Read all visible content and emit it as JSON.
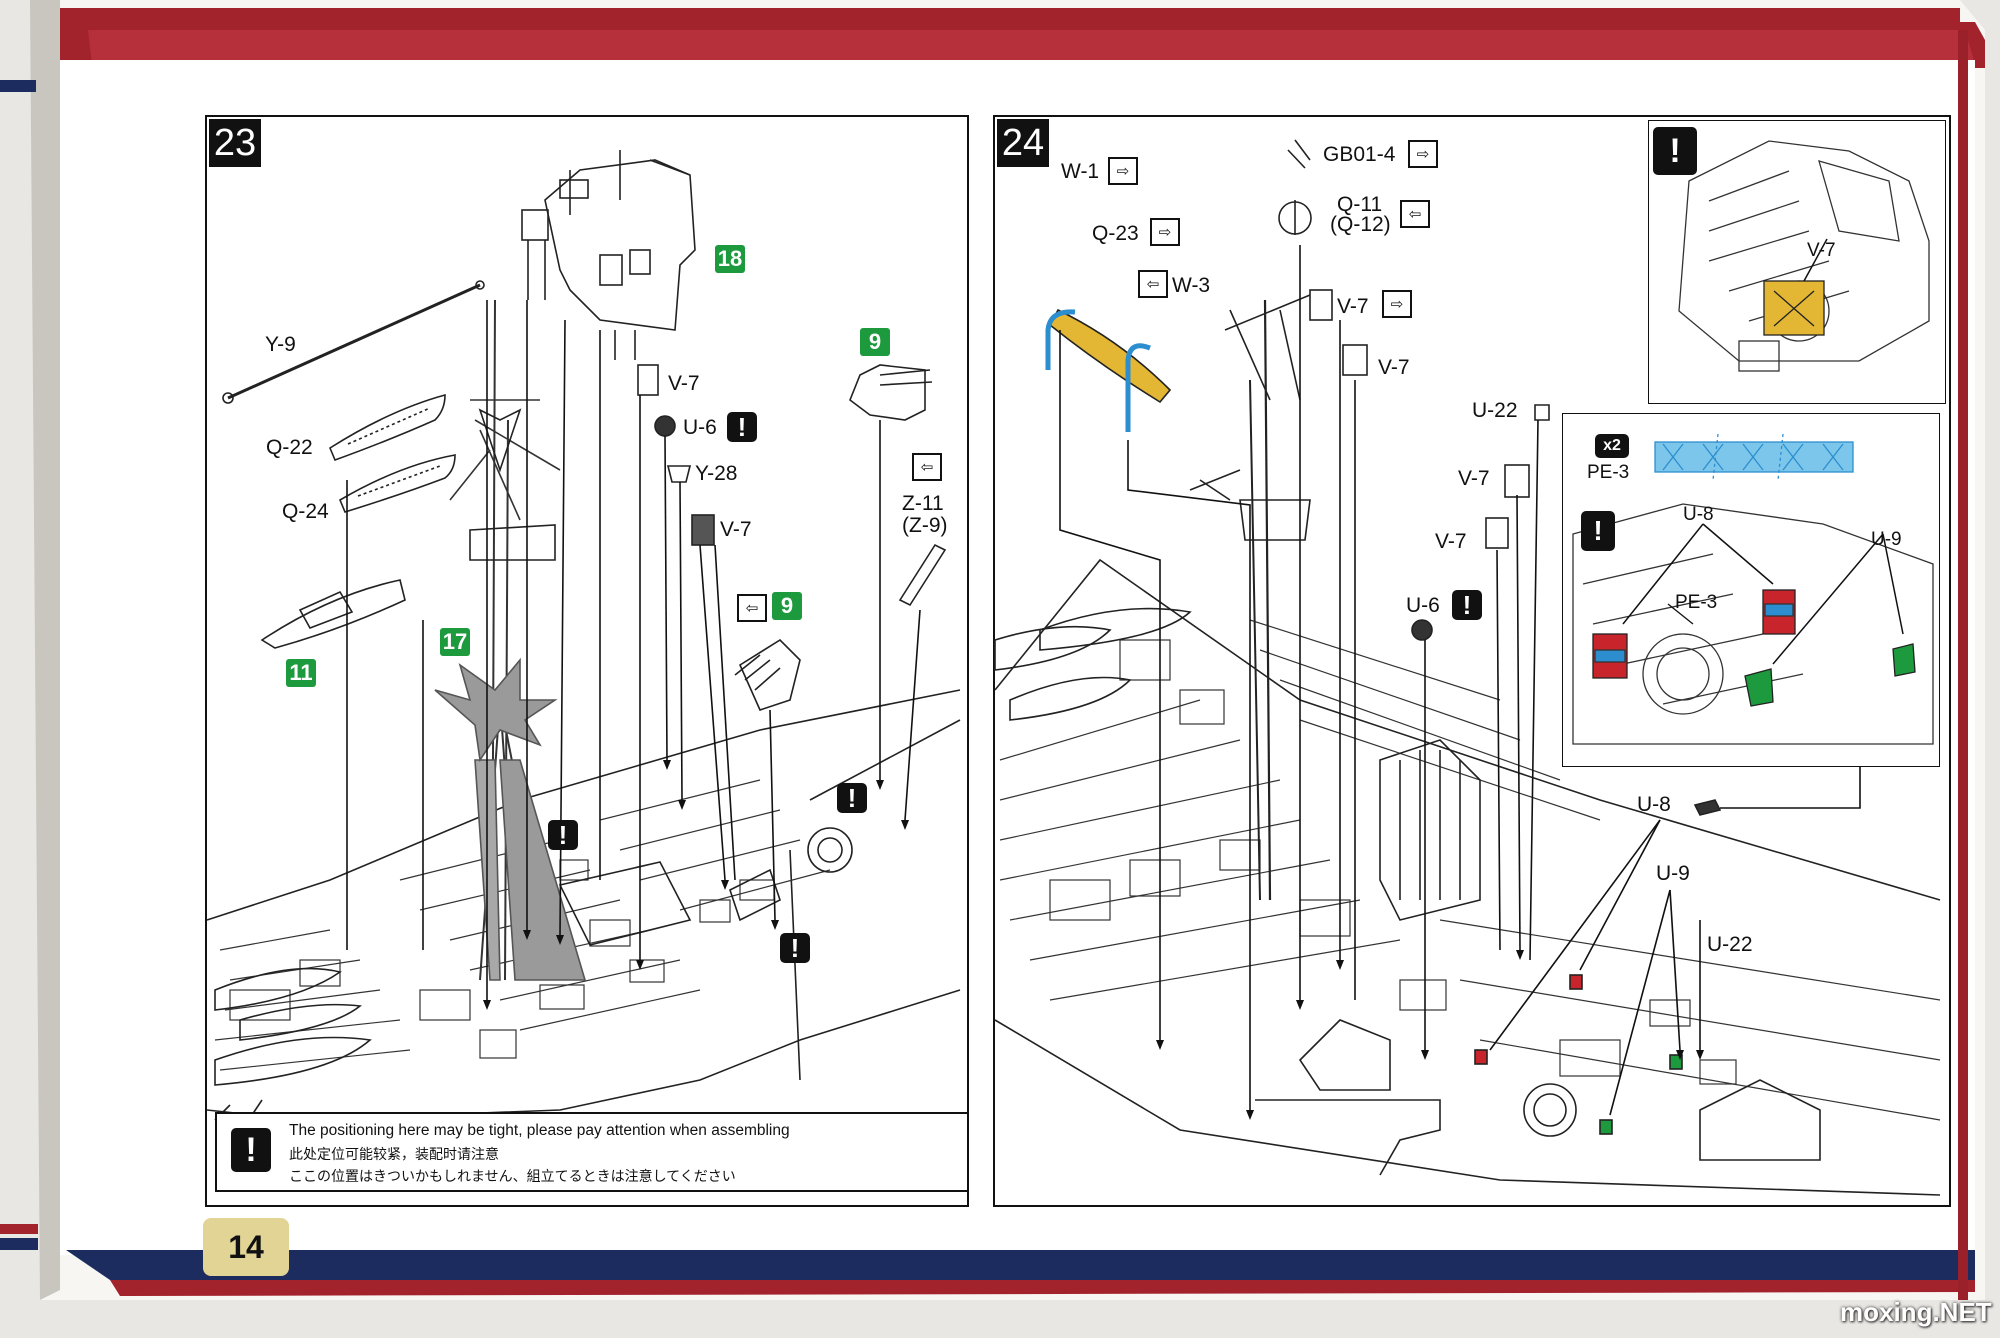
{
  "page": {
    "number": "14",
    "watermark": "moxing.NET",
    "colors": {
      "red_band": "#a3232d",
      "navy_band": "#1c2c5e",
      "paper": "#ffffff",
      "step_green": "#1e9a3e",
      "page_tab": "#e2d495",
      "highlight_yellow": "#e3b733",
      "highlight_blue": "#2c8ecf"
    }
  },
  "step23": {
    "number": "23",
    "labels": {
      "y9": "Y-9",
      "q22": "Q-22",
      "q24": "Q-24",
      "v7a": "V-7",
      "u6": "U-6",
      "y28": "Y-28",
      "v7b": "V-7",
      "z11": "Z-11",
      "z9": "(Z-9)"
    },
    "refs": {
      "r18": "18",
      "r9a": "9",
      "r9b": "9",
      "r17": "17",
      "r11": "11"
    },
    "note": {
      "icon": "!",
      "en": "The positioning here may be tight, please pay attention when assembling",
      "zh": "此处定位可能较紧，装配时请注意",
      "ja": "ここの位置はきついかもしれません、組立てるときは注意してください"
    }
  },
  "step24": {
    "number": "24",
    "labels": {
      "w1": "W-1",
      "q23": "Q-23",
      "w3": "W-3",
      "gb01": "GB01-4",
      "q11": "Q-11",
      "q12": "(Q-12)",
      "v7a": "V-7",
      "v7b": "V-7",
      "u22a": "U-22",
      "v7c": "V-7",
      "v7d": "V-7",
      "u6": "U-6",
      "u8": "U-8",
      "u9": "U-9",
      "u22b": "U-22"
    },
    "inset1": {
      "icon": "!",
      "label": "V-7"
    },
    "inset2": {
      "multiplier": "x2",
      "pe3": "PE-3",
      "u8": "U-8",
      "u9": "U-9",
      "pe3b": "PE-3",
      "icon": "!"
    }
  },
  "icons": [
    "warning-icon",
    "arrow-in-icon",
    "arrow-out-icon"
  ]
}
